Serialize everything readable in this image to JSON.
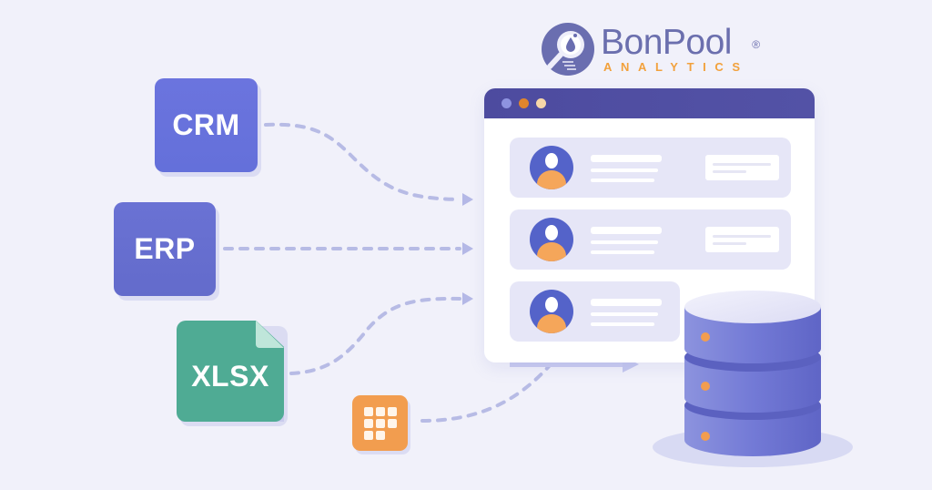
{
  "logo": {
    "name": "BonPool",
    "registered": "®",
    "subtitle": "ANALYTICS",
    "colors": {
      "primary": "#6b6fae",
      "accent": "#f2a13c"
    }
  },
  "sources": [
    {
      "id": "crm",
      "label": "CRM",
      "color": "#6870dc",
      "icon": "crm-tile"
    },
    {
      "id": "erp",
      "label": "ERP",
      "color": "#666ecf",
      "icon": "erp-tile"
    },
    {
      "id": "xlsx",
      "label": "XLSX",
      "color": "#4fab94",
      "icon": "spreadsheet-file-icon"
    },
    {
      "id": "grid-app",
      "label": "",
      "color": "#f29d4f",
      "icon": "app-grid-icon"
    }
  ],
  "window": {
    "title_bar_color": "#4f4ea2",
    "traffic_lights": [
      "#8e93e0",
      "#e0852c",
      "#f7d7a8"
    ],
    "rows": [
      {
        "avatar": "user-avatar-icon",
        "has_card": true
      },
      {
        "avatar": "user-avatar-icon",
        "has_card": true
      },
      {
        "avatar": "user-avatar-icon",
        "has_card": false
      }
    ]
  },
  "database": {
    "icon": "database-icon",
    "color": "#6a72d2",
    "indicator_color": "#f29d4f",
    "layers": 3
  },
  "connectors": {
    "color": "#b4b8e4",
    "style": "dashed",
    "targets": [
      "window-row-1",
      "window-row-2",
      "window-row-3",
      "database"
    ]
  }
}
